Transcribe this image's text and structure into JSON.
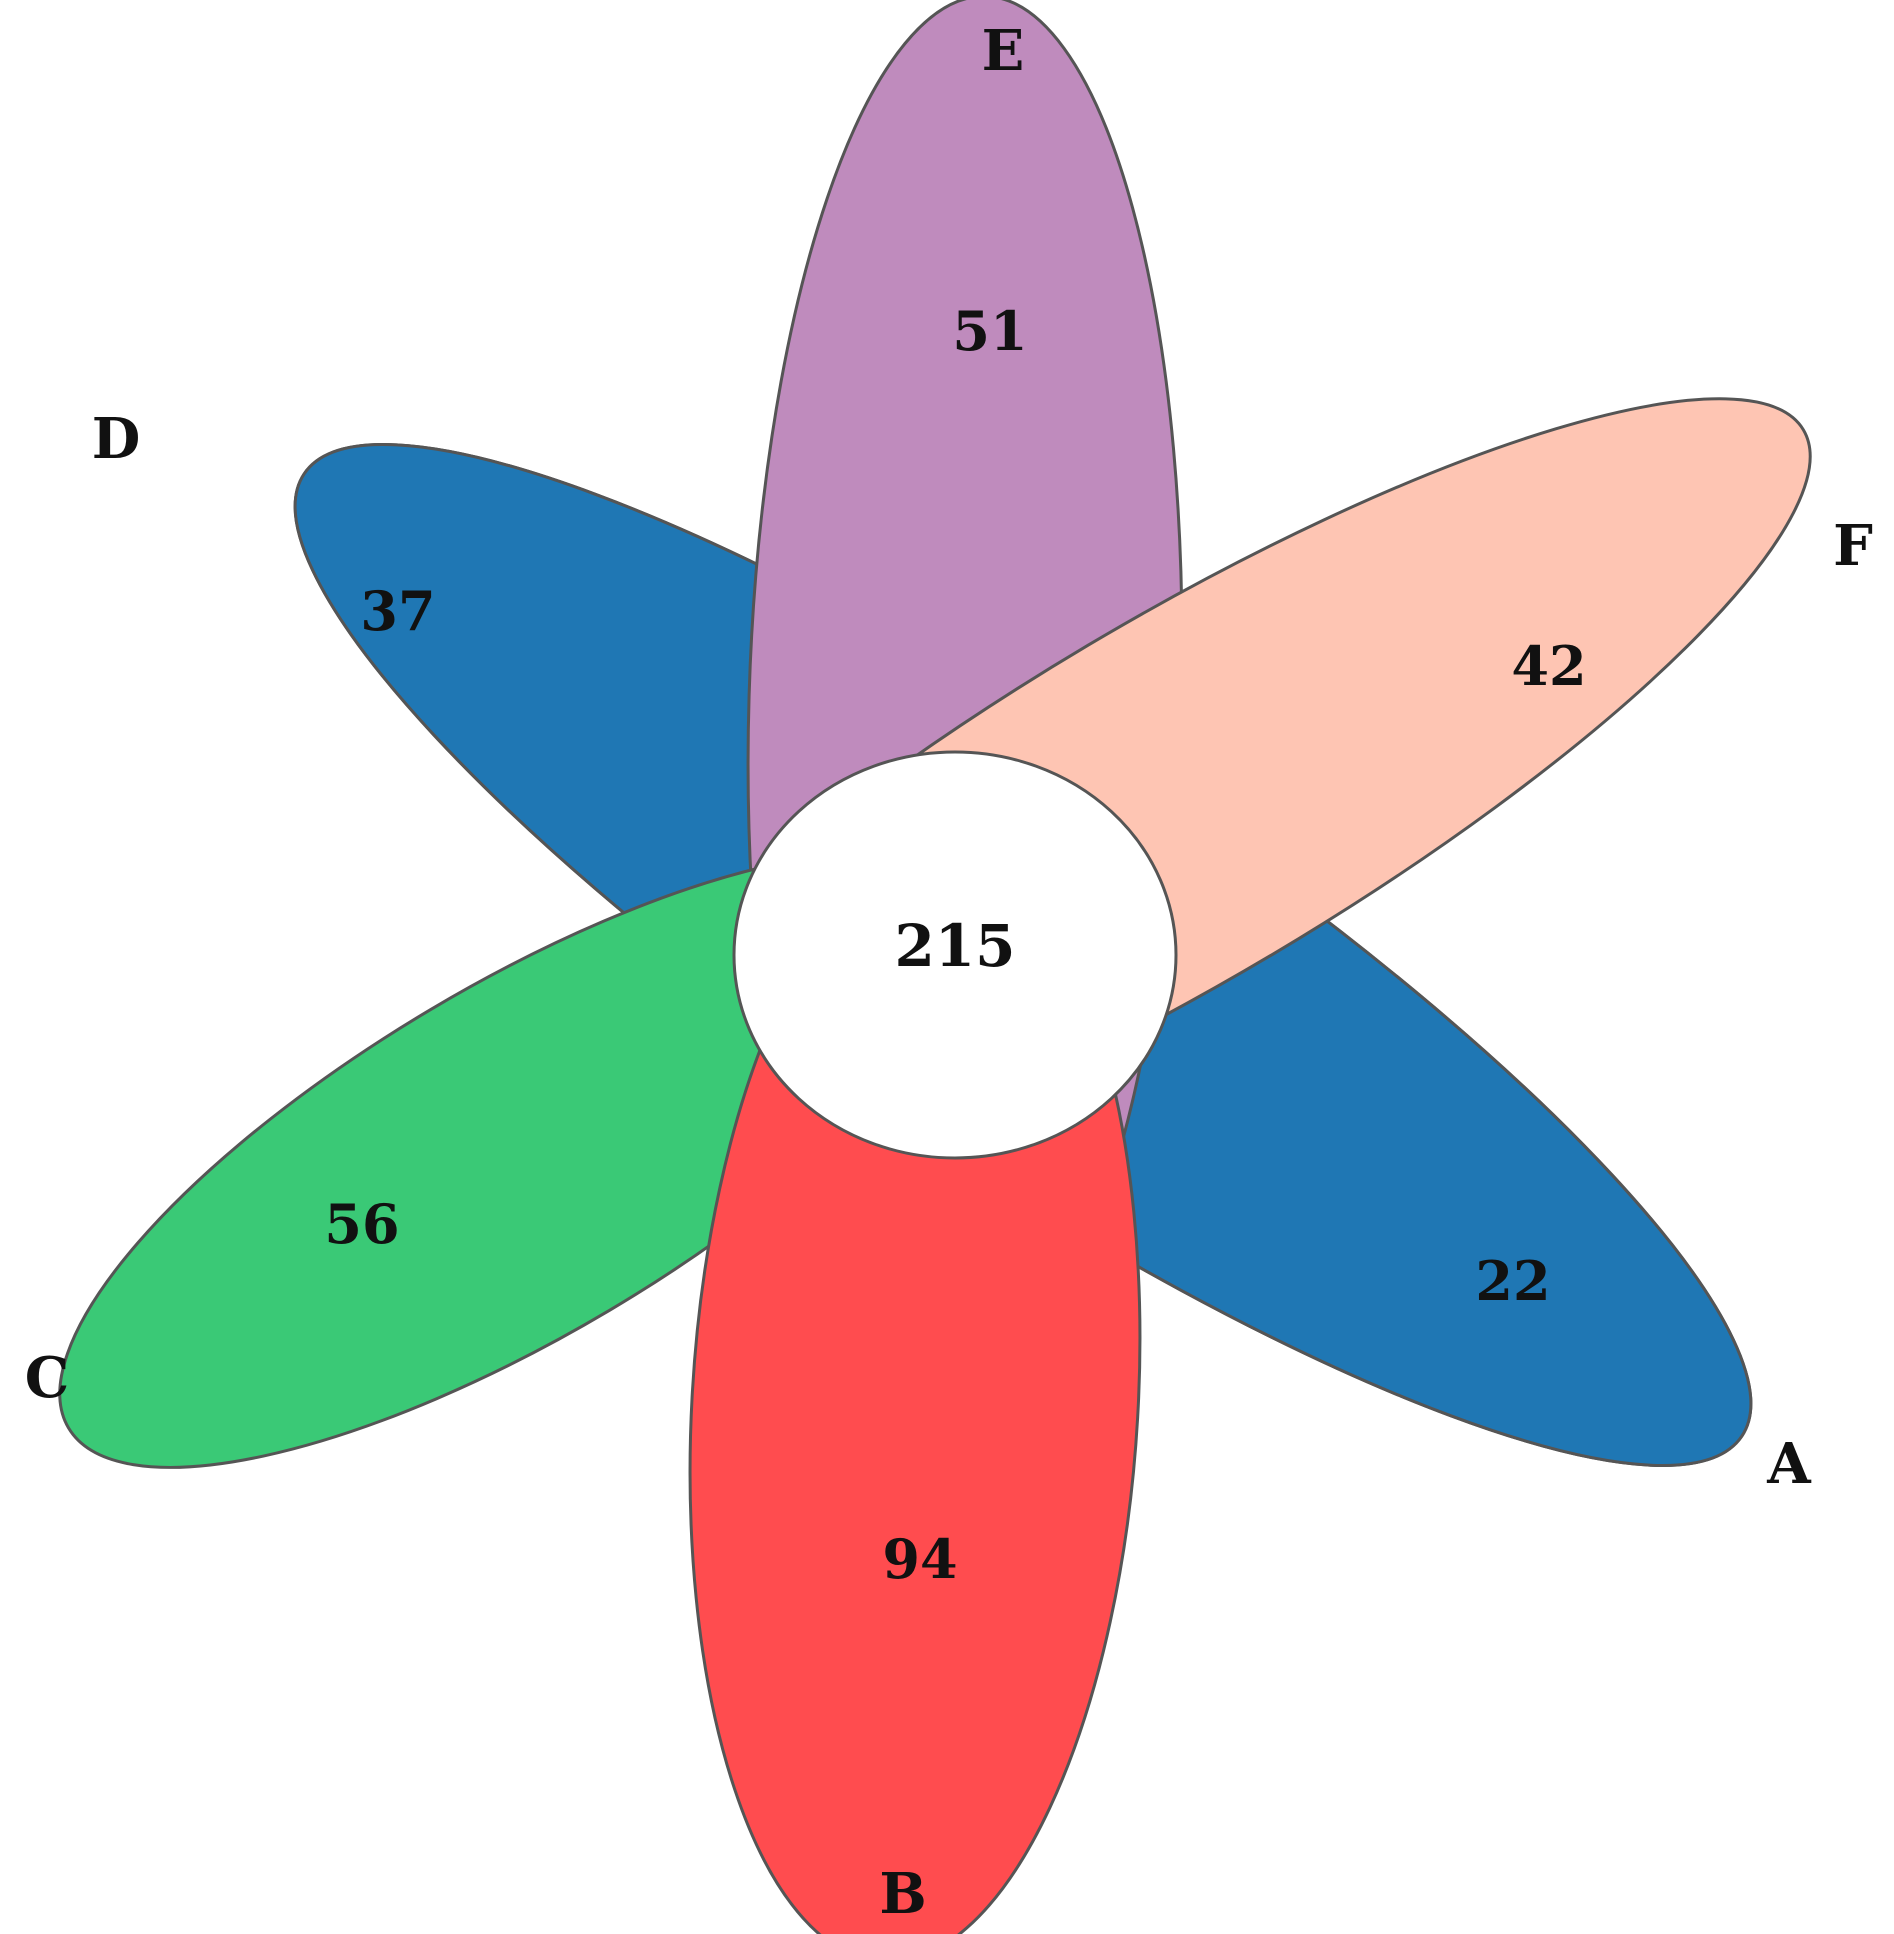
{
  "diagram": {
    "type": "venn-flower",
    "core": {
      "value": "215"
    },
    "sets": [
      {
        "id": "A",
        "label": "A",
        "unique": "22",
        "color": "#1f77b4"
      },
      {
        "id": "B",
        "label": "B",
        "unique": "94",
        "color": "#ff4c4f"
      },
      {
        "id": "C",
        "label": "C",
        "unique": "56",
        "color": "#3ac976"
      },
      {
        "id": "D",
        "label": "D",
        "unique": "37",
        "color": "#00b3c8"
      },
      {
        "id": "E",
        "label": "E",
        "unique": "51",
        "color": "#bf8bbd"
      },
      {
        "id": "F",
        "label": "F",
        "unique": "42",
        "color": "#fec5b3"
      }
    ]
  }
}
